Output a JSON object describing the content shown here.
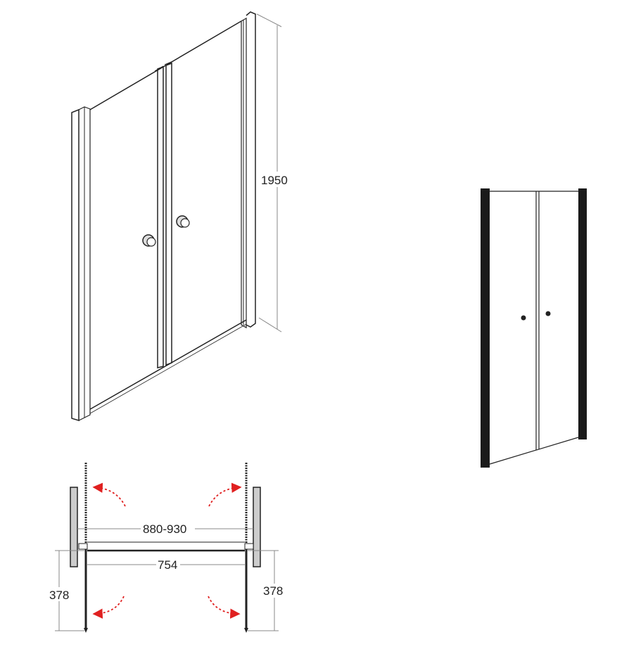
{
  "dimensions": {
    "height": "1950",
    "width_range": "880-930",
    "opening": "754",
    "door_left": "378",
    "door_right": "378"
  },
  "colors": {
    "line": "#222222",
    "swing_arrow": "#e02020",
    "profile": "#1a1a1a"
  }
}
